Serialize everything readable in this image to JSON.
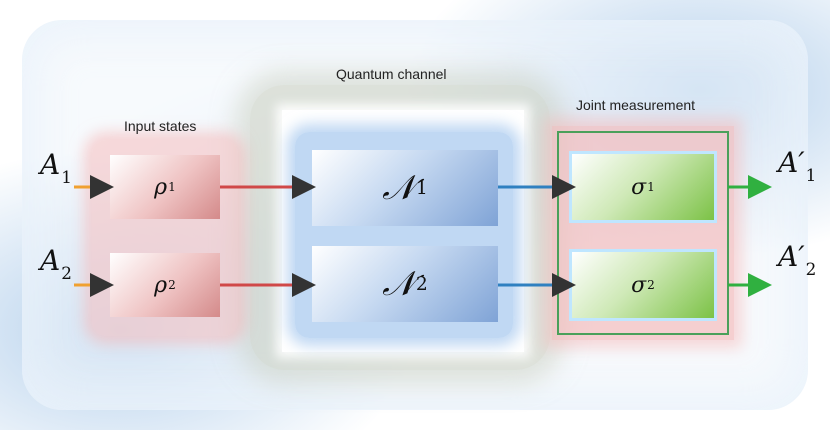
{
  "labels": {
    "input_states": "Input states",
    "quantum_channel": "Quantum channel",
    "joint_measurement": "Joint measurement"
  },
  "inputs": [
    {
      "symbol": "A",
      "index": "1"
    },
    {
      "symbol": "A",
      "index": "2"
    }
  ],
  "input_states": [
    {
      "symbol": "ρ",
      "index": "1"
    },
    {
      "symbol": "ρ",
      "index": "2"
    }
  ],
  "channels": [
    {
      "symbol": "𝒩",
      "index": "1"
    },
    {
      "symbol": "𝒩",
      "index": "2"
    }
  ],
  "measurements": [
    {
      "symbol": "σ",
      "index": "1"
    },
    {
      "symbol": "σ",
      "index": "2"
    }
  ],
  "outputs": [
    {
      "symbol": "A′",
      "index": "1"
    },
    {
      "symbol": "A′",
      "index": "2"
    }
  ],
  "colors": {
    "input_arrow": "#f0a030",
    "input_to_channel_arrow": "#d04848",
    "channel_to_meas_arrow": "#2f80c0",
    "output_arrow": "#30b040"
  }
}
